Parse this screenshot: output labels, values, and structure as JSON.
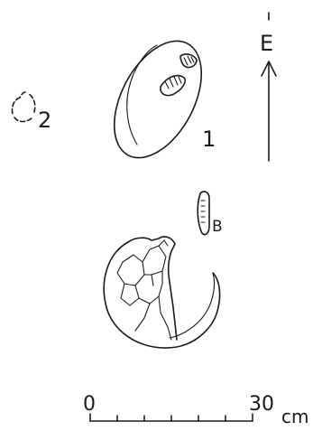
{
  "labels": {
    "item1": "1",
    "item2": "2",
    "itemB": "B",
    "north": "E",
    "scale_start": "0",
    "scale_end": "30",
    "scale_unit": "cm"
  },
  "colors": {
    "ink": "#1a1a1a",
    "paper": "#ffffff"
  }
}
